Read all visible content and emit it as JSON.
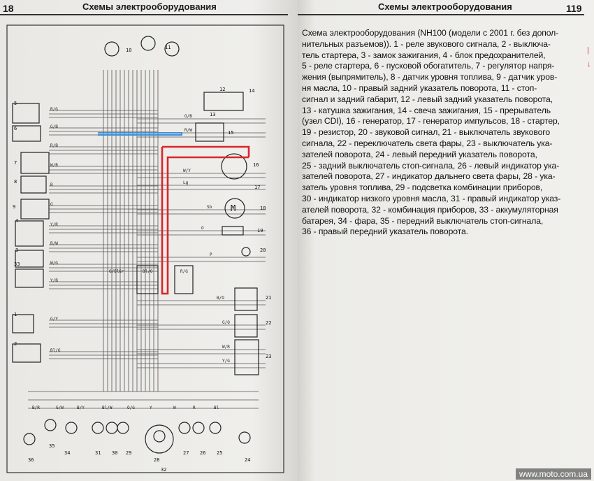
{
  "left_page": {
    "page_number": "18",
    "header": "Схемы электрооборудования"
  },
  "right_page": {
    "page_number": "119",
    "header": "Схемы электрооборудования",
    "caption_title": "Схема электрооборудования (NH100 (модели с 2001 г. без допол-",
    "caption_lines": [
      "нительных разъемов)). 1 - реле звукового сигнала, 2 - выключа-",
      "тель стартера, 3 - замок зажигания, 4 - блок предохранителей,",
      "5 - реле стартера, 6 - пусковой обогатитель, 7 - регулятор напря-",
      "жения (выпрямитель), 8 - датчик уровня топлива, 9 - датчик уров-",
      "ня масла, 10 - правый задний указатель поворота, 11 - стоп-",
      "сигнал и задний габарит, 12 - левый задний указатель поворота,",
      "13 - катушка зажигания, 14 - свеча зажигания, 15 - прерыватель",
      "(узел CDI), 16 - генератор, 17 - генератор импульсов, 18 - стартер,",
      "19 - резистор, 20 - звуковой сигнал, 21 - выключатель звукового",
      "сигнала, 22 - переключатель света фары, 23 - выключатель ука-",
      "зателей поворота, 24 - левый передний указатель поворота,",
      "25 - задний выключатель стоп-сигнала, 26 - левый индикатор ука-",
      "зателей поворота, 27 - индикатор дальнего света фары, 28 - ука-",
      "затель уровня топлива, 29 - подсветка комбинации приборов,",
      "30 - индикатор низкого уровня масла, 31 - правый индикатор указ-",
      "ателей поворота, 32 - комбинация приборов, 33 - аккумуляторная",
      "батарея, 34 - фара, 35 - передний выключатель стоп-сигнала,",
      "36 - правый передний указатель поворота."
    ]
  },
  "diagram": {
    "component_numbers": [
      "1",
      "2",
      "3",
      "4",
      "5",
      "6",
      "7",
      "8",
      "9",
      "10",
      "11",
      "12",
      "13",
      "14",
      "15",
      "16",
      "17",
      "18",
      "19",
      "20",
      "21",
      "22",
      "23",
      "24",
      "25",
      "26",
      "27",
      "28",
      "29",
      "30",
      "31",
      "32",
      "33",
      "34",
      "35",
      "36"
    ],
    "wire_labels": [
      "B/G",
      "G/B",
      "R/B",
      "W/B",
      "B",
      "G",
      "Y/R",
      "B/W",
      "W/G",
      "Y/B",
      "G/Y",
      "Bl/G",
      "O/B",
      "R/W",
      "W/Y",
      "Lg",
      "Sb",
      "O",
      "P",
      "B/O",
      "G/O",
      "W/R",
      "Y/G",
      "G/Bl",
      "Gr",
      "Bl/O",
      "R/G",
      "B/R",
      "G/W",
      "B/Y",
      "Bl/W",
      "O/G",
      "Y",
      "W",
      "R",
      "Bl"
    ],
    "highlight_colors": {
      "blue": "#3f8fd6",
      "red": "#d8262d"
    }
  },
  "watermark": "www.moto.com.ua"
}
